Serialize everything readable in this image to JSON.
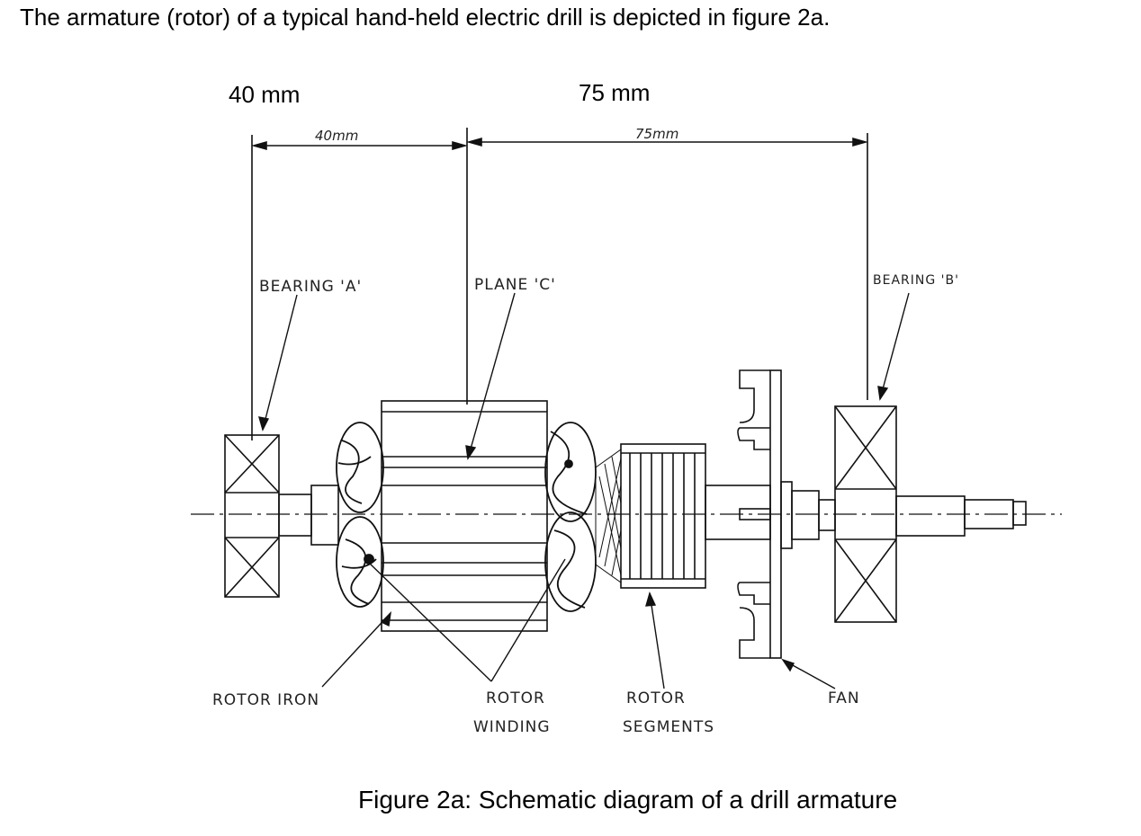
{
  "intro_text": "The armature (rotor) of a typical hand-held electric drill is depicted in figure 2a.",
  "dimensions": {
    "left": "40 mm",
    "right": "75 mm",
    "left_handwritten": "40mm",
    "right_handwritten": "75mm"
  },
  "labels": {
    "bearing_a": "BEARING 'A'",
    "plane_c": "PLANE 'C'",
    "bearing_b": "BEARING 'B'",
    "rotor_iron": "ROTOR IRON",
    "rotor_winding_1": "ROTOR",
    "rotor_winding_2": "WINDING",
    "rotor_segments_1": "ROTOR",
    "rotor_segments_2": "SEGMENTS",
    "fan": "FAN"
  },
  "caption": "Figure 2a: Schematic diagram of a drill armature"
}
